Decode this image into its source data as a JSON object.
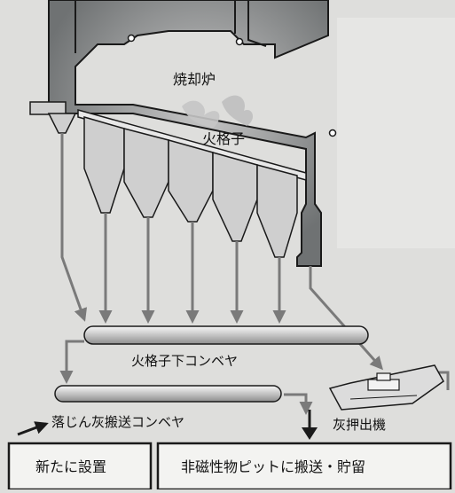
{
  "labels": {
    "furnace": "焼却炉",
    "grate": "火格子",
    "grate_conveyor": "火格子下コンベヤ",
    "fallen_ash_conveyor": "落じん灰搬送コンベヤ",
    "ash_pusher": "灰押出機",
    "newly_installed": "新たに設置",
    "nonmagnetic_pit": "非磁性物ピットに搬送・貯留"
  },
  "colors": {
    "background": "#dededc",
    "furnace_fill": "#6f7273",
    "hopper_fill": "#cfcfcf",
    "arrow": "#7a7a7a",
    "box_border": "#1a1a1a"
  }
}
